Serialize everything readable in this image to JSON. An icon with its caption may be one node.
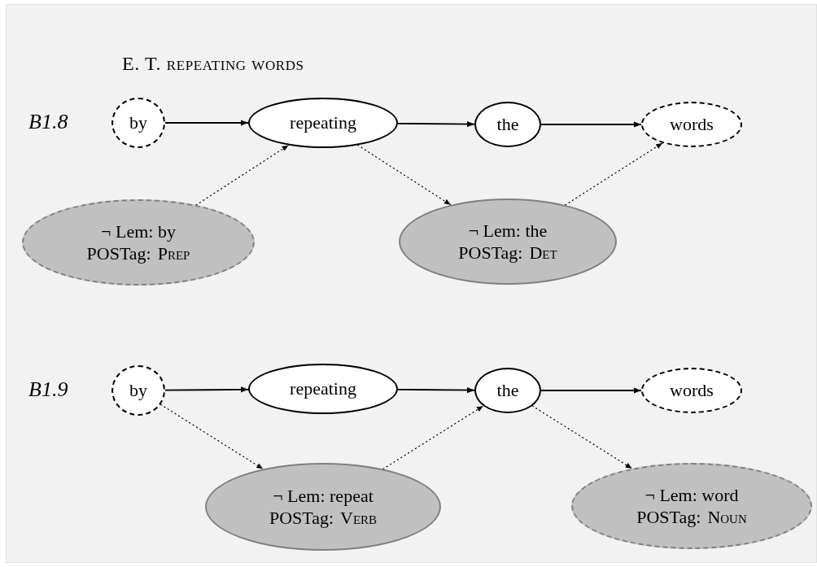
{
  "diagram": {
    "title": "E. T. repeating words",
    "nodes": [
      {
        "text": [
          "by"
        ]
      },
      {
        "text": [
          "repeating"
        ]
      },
      {
        "text": [
          "the"
        ]
      },
      {
        "text": [
          "words"
        ]
      },
      {
        "text": [
          "¬ Lem: by",
          "POSTag:",
          "Prep"
        ]
      },
      {
        "text": [
          "¬ Lem: the",
          "POSTag:",
          "Det"
        ]
      },
      {
        "text": [
          "by"
        ]
      },
      {
        "text": [
          "repeating"
        ]
      },
      {
        "text": [
          "the"
        ]
      },
      {
        "text": [
          "words"
        ]
      },
      {
        "text": [
          "¬ Lem: repeat",
          "POSTag:",
          "Verb"
        ]
      },
      {
        "text": [
          "¬ Lem: word",
          "POSTag:",
          "Noun"
        ]
      }
    ],
    "edges": [
      {
        "from": 0,
        "to": 1,
        "arrow": "to"
      },
      {
        "from": 1,
        "to": 2,
        "arrow": "to"
      },
      {
        "from": 2,
        "to": 3,
        "arrow": "to"
      },
      {
        "from": 4,
        "to": 1,
        "arrow": "to",
        "style": "dashed"
      },
      {
        "from": 1,
        "to": 5,
        "arrow": "to",
        "style": "dashed"
      },
      {
        "from": 5,
        "to": 3,
        "arrow": "to",
        "style": "dashed"
      },
      {
        "from": 6,
        "to": 7,
        "arrow": "to"
      },
      {
        "from": 7,
        "to": 8,
        "arrow": "to"
      },
      {
        "from": 8,
        "to": 9,
        "arrow": "to"
      },
      {
        "from": 6,
        "to": 10,
        "arrow": "to",
        "style": "dashed"
      },
      {
        "from": 10,
        "to": 8,
        "arrow": "to",
        "style": "dashed"
      },
      {
        "from": 8,
        "to": 11,
        "arrow": "to",
        "style": "dashed"
      }
    ],
    "labels": [
      "B1.8",
      "B1.9"
    ]
  }
}
